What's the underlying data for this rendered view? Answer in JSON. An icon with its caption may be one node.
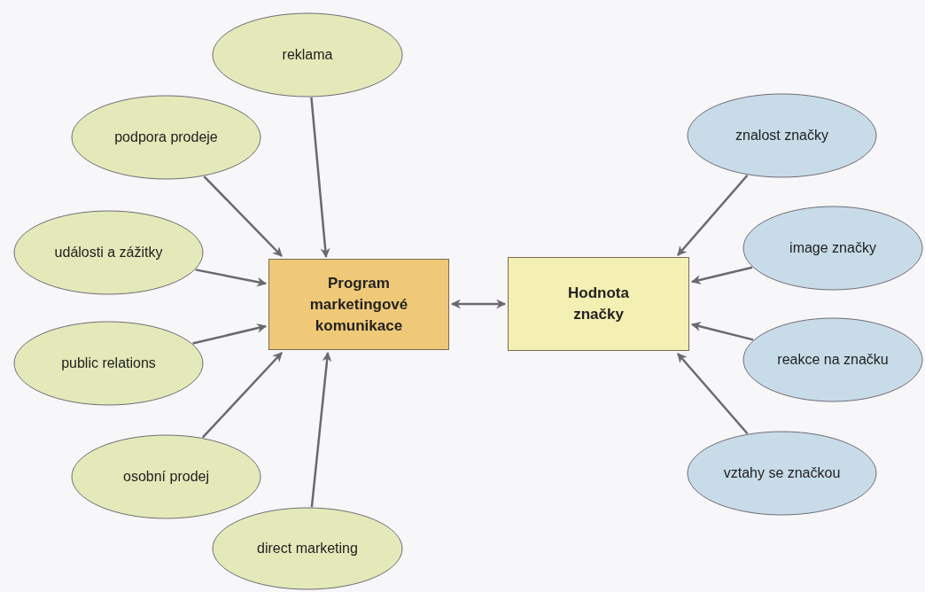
{
  "diagram": {
    "nodes": [
      {
        "text": [
          "Program marketingové komunikace"
        ]
      },
      {
        "text": [
          "Hodnota značky"
        ]
      },
      {
        "text": [
          "reklama"
        ]
      },
      {
        "text": [
          "podpora prodeje"
        ]
      },
      {
        "text": [
          "události a zážitky"
        ]
      },
      {
        "text": [
          "public relations"
        ]
      },
      {
        "text": [
          "osobní prodej"
        ]
      },
      {
        "text": [
          "direct marketing"
        ]
      },
      {
        "text": [
          "znalost značky"
        ]
      },
      {
        "text": [
          "image značky"
        ]
      },
      {
        "text": [
          "reakce na značku"
        ]
      },
      {
        "text": [
          "vztahy se značkou"
        ]
      }
    ],
    "edges": [
      {
        "from": 2,
        "to": 0,
        "arrow": "to"
      },
      {
        "from": 3,
        "to": 0,
        "arrow": "to"
      },
      {
        "from": 4,
        "to": 0,
        "arrow": "to"
      },
      {
        "from": 5,
        "to": 0,
        "arrow": "to"
      },
      {
        "from": 6,
        "to": 0,
        "arrow": "to"
      },
      {
        "from": 7,
        "to": 0,
        "arrow": "to"
      },
      {
        "from": 0,
        "to": 1,
        "arrow": "both"
      },
      {
        "from": 8,
        "to": 1,
        "arrow": "to"
      },
      {
        "from": 9,
        "to": 1,
        "arrow": "to"
      },
      {
        "from": 10,
        "to": 1,
        "arrow": "to"
      },
      {
        "from": 11,
        "to": 1,
        "arrow": "to"
      }
    ]
  }
}
